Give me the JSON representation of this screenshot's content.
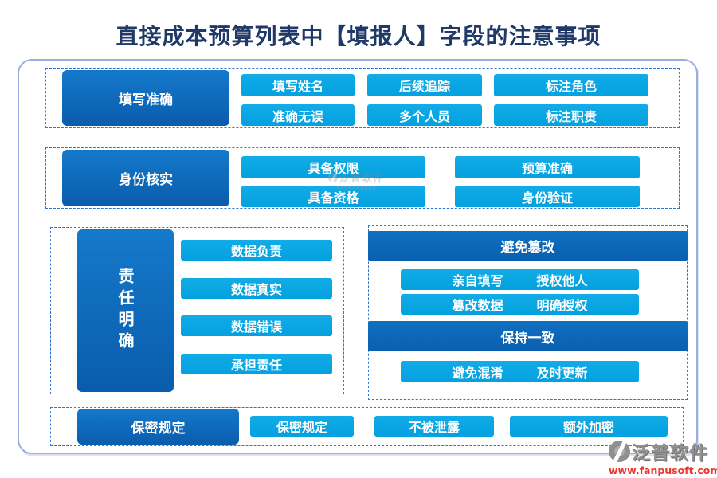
{
  "title": "直接成本预算列表中【填报人】字段的注意事项",
  "sections": {
    "accuracy": {
      "label": "填写准确",
      "buttons": [
        "填写姓名",
        "后续追踪",
        "标注角色",
        "准确无误",
        "多个人员",
        "标注职责"
      ]
    },
    "identity": {
      "label": "身份核实",
      "buttons": [
        "具备权限",
        "预算准确",
        "具备资格",
        "身份验证"
      ]
    },
    "responsibility": {
      "label": "责任明确",
      "buttons": [
        "数据负责",
        "数据真实",
        "数据错误",
        "承担责任"
      ]
    },
    "tamper": {
      "header": "避免篡改",
      "rows": [
        {
          "left": "亲自填写",
          "right": "授权他人"
        },
        {
          "left": "篡改数据",
          "right": "明确授权"
        }
      ]
    },
    "consistency": {
      "header": "保持一致",
      "rows": [
        {
          "left": "避免混淆",
          "right": "及时更新"
        }
      ]
    },
    "confidentiality": {
      "label": "保密规定",
      "buttons": [
        "保密规定",
        "不被泄露",
        "额外加密"
      ]
    }
  },
  "watermark": {
    "text": "泛普软件"
  },
  "logo": {
    "name": "泛普软件",
    "url": "www.fanpusoft.com"
  },
  "colors": {
    "title": "#1F3A68",
    "block_gradient_top": "#1579CA",
    "block_gradient_bottom": "#0A5CAC",
    "pill_blue": "#0AA7E3",
    "dashed_border": "#2E74D4",
    "frame_border": "#96AEE0",
    "logo_url_red": "#E8382E"
  }
}
